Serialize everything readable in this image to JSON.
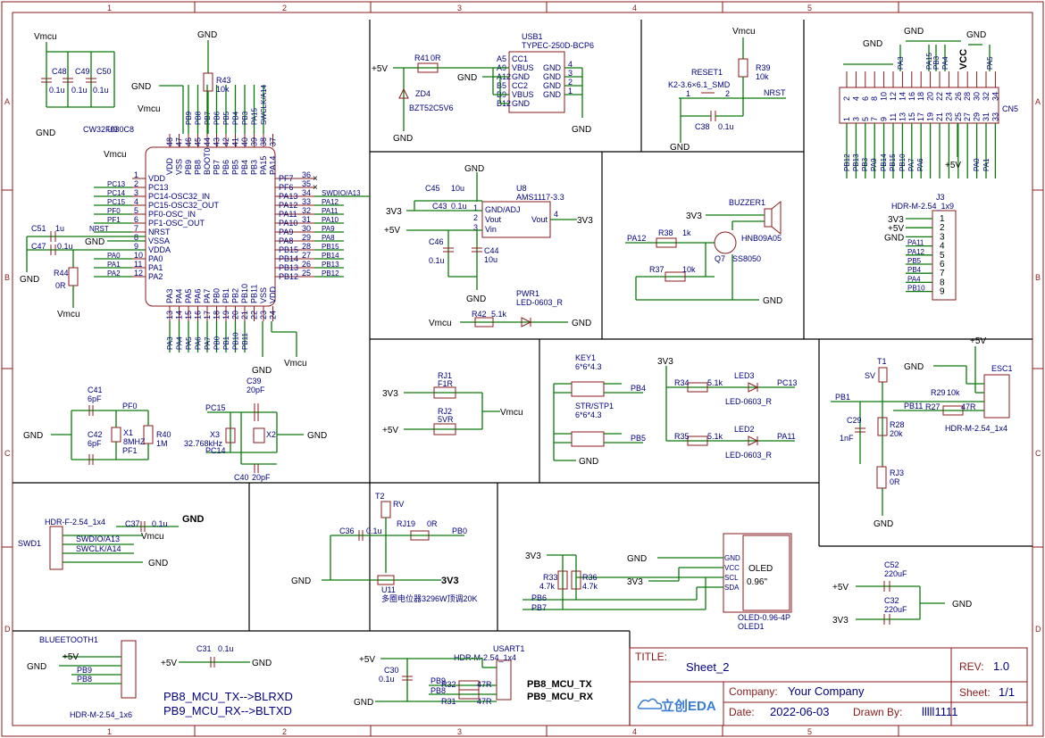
{
  "grid": {
    "columns": [
      "1",
      "2",
      "3",
      "4",
      "5"
    ],
    "rows": [
      "A",
      "B",
      "C",
      "D"
    ]
  },
  "mcu": {
    "ref": "U9",
    "part": "CW32F030C8",
    "left_pins": [
      {
        "num": "1",
        "name": "VDD",
        "net": ""
      },
      {
        "num": "2",
        "name": "PC13",
        "net": "PC13"
      },
      {
        "num": "3",
        "name": "PC14-OSC32_IN",
        "net": "PC14"
      },
      {
        "num": "4",
        "name": "PC15-OSC32_OUT",
        "net": "PC15"
      },
      {
        "num": "5",
        "name": "PF0-OSC_IN",
        "net": "PF0"
      },
      {
        "num": "6",
        "name": "PF1-OSC_OUT",
        "net": "PF1"
      },
      {
        "num": "7",
        "name": "NRST",
        "net": "NRST"
      },
      {
        "num": "8",
        "name": "VSSA",
        "net": ""
      },
      {
        "num": "9",
        "name": "VDDA",
        "net": ""
      },
      {
        "num": "10",
        "name": "PA0",
        "net": "PA0"
      },
      {
        "num": "11",
        "name": "PA1",
        "net": "PA1"
      },
      {
        "num": "12",
        "name": "PA2",
        "net": "PA2"
      }
    ],
    "right_pins": [
      {
        "num": "36",
        "name": "PF7",
        "net": ""
      },
      {
        "num": "35",
        "name": "PF6",
        "net": ""
      },
      {
        "num": "34",
        "name": "PA13",
        "net": "SWDIO/A13"
      },
      {
        "num": "33",
        "name": "PA12",
        "net": "PA12"
      },
      {
        "num": "32",
        "name": "PA11",
        "net": "PA11"
      },
      {
        "num": "31",
        "name": "PA10",
        "net": "PA10"
      },
      {
        "num": "30",
        "name": "PA9",
        "net": "PA9"
      },
      {
        "num": "29",
        "name": "PA8",
        "net": "PA8"
      },
      {
        "num": "28",
        "name": "PB15",
        "net": "PB15"
      },
      {
        "num": "27",
        "name": "PB14",
        "net": "PB14"
      },
      {
        "num": "26",
        "name": "PB13",
        "net": "PB13"
      },
      {
        "num": "25",
        "name": "PB12",
        "net": "PB12"
      }
    ],
    "top_pins": [
      {
        "num": "48",
        "name": "VDD"
      },
      {
        "num": "47",
        "name": "VSS"
      },
      {
        "num": "46",
        "name": "PB9"
      },
      {
        "num": "45",
        "name": "PB8"
      },
      {
        "num": "44",
        "name": "BOOT0"
      },
      {
        "num": "43",
        "name": "PB7"
      },
      {
        "num": "42",
        "name": "PB6"
      },
      {
        "num": "41",
        "name": "PB5"
      },
      {
        "num": "40",
        "name": "PB4"
      },
      {
        "num": "39",
        "name": "PB3"
      },
      {
        "num": "38",
        "name": "PA15"
      },
      {
        "num": "37",
        "name": "PA14"
      }
    ],
    "top_nets": [
      "PB9",
      "PB8",
      "PB7",
      "PB6",
      "PB5",
      "PB4",
      "PB3",
      "PA15",
      "SWCLK/A14"
    ],
    "bottom_pins": [
      {
        "num": "13",
        "name": "PA3"
      },
      {
        "num": "14",
        "name": "PA4"
      },
      {
        "num": "15",
        "name": "PA5"
      },
      {
        "num": "16",
        "name": "PA6"
      },
      {
        "num": "17",
        "name": "PA7"
      },
      {
        "num": "18",
        "name": "PB0"
      },
      {
        "num": "19",
        "name": "PB1"
      },
      {
        "num": "20",
        "name": "PB2"
      },
      {
        "num": "21",
        "name": "PB10"
      },
      {
        "num": "22",
        "name": "PB11"
      },
      {
        "num": "23",
        "name": "VSS"
      },
      {
        "num": "24",
        "name": "VDD"
      }
    ],
    "bottom_nets": [
      "PA3",
      "PA4",
      "PA5",
      "PA6",
      "PA7",
      "PB0",
      "PB1",
      "PB10",
      "PB11"
    ]
  },
  "power_labels": {
    "vmcu": "Vmcu",
    "gnd": "GND",
    "v33": "3V3",
    "v5": "+5V",
    "vcc": "VCC"
  },
  "decoupling": {
    "caps": [
      {
        "ref": "C48",
        "val": "0.1u"
      },
      {
        "ref": "C49",
        "val": "0.1u"
      },
      {
        "ref": "C50",
        "val": "0.1u"
      }
    ]
  },
  "r43": {
    "ref": "R43",
    "val": "10k"
  },
  "r44": {
    "ref": "R44",
    "val": "0R"
  },
  "c51": {
    "ref": "C51",
    "val": "1u"
  },
  "c47": {
    "ref": "C47",
    "val": "0.1u"
  },
  "usb": {
    "ref": "USB1",
    "part": "TYPEC-250D-BCP6",
    "pins": [
      "A5",
      "A9",
      "A12",
      "B5",
      "B9",
      "B12"
    ],
    "names": [
      "CC1",
      "VBUS",
      "GND",
      "CC2",
      "VBUS",
      "GND"
    ],
    "shell": [
      "GND",
      "GND",
      "GND",
      "GND"
    ],
    "shell_nums": [
      "4",
      "3",
      "2",
      "1"
    ],
    "r41": {
      "ref": "R41",
      "val": "0R"
    },
    "zd4": {
      "ref": "ZD4",
      "val": "BZT52C5V6"
    }
  },
  "reset": {
    "ref": "RESET1",
    "part": "K2-3.6×6.1_SMD",
    "r39": {
      "ref": "R39",
      "val": "10k"
    },
    "c38": {
      "ref": "C38",
      "val": "0.1u"
    },
    "net": "NRST",
    "p1": "1",
    "p2": "2"
  },
  "cn5": {
    "ref": "CN5",
    "top_nums": [
      "2",
      "4",
      "6",
      "8",
      "10",
      "12",
      "14",
      "16",
      "18",
      "20",
      "22",
      "24",
      "26",
      "28",
      "30",
      "32",
      "34"
    ],
    "bot_nums": [
      "1",
      "3",
      "5",
      "7",
      "9",
      "11",
      "13",
      "15",
      "17",
      "19",
      "21",
      "23",
      "25",
      "27",
      "29",
      "31",
      "33"
    ],
    "top_nets": [
      "PA3",
      "PA15",
      "PB3",
      "PA4",
      "PA5"
    ],
    "bot_nets": [
      "PB12",
      "PB13",
      "PB3",
      "PA9",
      "PB14",
      "PB15",
      "PB10",
      "PA7",
      "PA6",
      "PA0",
      "PA1"
    ]
  },
  "ldo": {
    "ref": "U8",
    "part": "AMS1117-3.3",
    "pins": [
      {
        "num": "1",
        "name": "GND/ADJ"
      },
      {
        "num": "2",
        "name": "Vout"
      },
      {
        "num": "3",
        "name": "Vin"
      },
      {
        "num": "4",
        "name": "Vout"
      }
    ],
    "c45": {
      "ref": "C45",
      "val": "10u"
    },
    "c43": {
      "ref": "C43",
      "val": "0.1u"
    },
    "c46": {
      "ref": "C46",
      "val": "0.1u"
    },
    "c44": {
      "ref": "C44",
      "val": "10u"
    }
  },
  "pwr_led": {
    "ref": "PWR1",
    "part": "LED-0603_R",
    "r": "R42",
    "rval": "5.1k"
  },
  "buzzer": {
    "ref": "BUZZER1",
    "part": "HNB09A05",
    "r38": {
      "ref": "R38",
      "val": "1k"
    },
    "r37": {
      "ref": "R37",
      "val": "10k"
    },
    "q7": {
      "ref": "Q7",
      "val": "SS8050"
    },
    "net": "PA12"
  },
  "j3": {
    "ref": "J3",
    "part": "HDR-M-2.54_1x9",
    "nums": [
      "1",
      "2",
      "3",
      "4",
      "5",
      "6",
      "7",
      "8",
      "9"
    ],
    "nets": [
      "3V3",
      "+5V",
      "GND",
      "PA11",
      "PA12",
      "PB5",
      "PB4",
      "PA4",
      "PB10"
    ]
  },
  "crystal": {
    "c41": {
      "ref": "C41",
      "val": "6pF"
    },
    "c42": {
      "ref": "C42",
      "val": "6pF"
    },
    "x1": {
      "ref": "X1",
      "val": "8MHZ"
    },
    "r40": {
      "ref": "R40",
      "val": "1M"
    },
    "c39": {
      "ref": "C39",
      "val": "20pF"
    },
    "c40": {
      "ref": "C40",
      "val": "20pF"
    },
    "x3": {
      "ref": "X3",
      "val": "32.768kHz"
    },
    "x2": {
      "ref": "X2",
      "val": ""
    },
    "nets": [
      "PF0",
      "PF1",
      "PC15",
      "PC14"
    ]
  },
  "jumpers": {
    "rj1": {
      "ref": "RJ1",
      "val": "F1R"
    },
    "rj2": {
      "ref": "RJ2",
      "val": "5VR"
    }
  },
  "keys": {
    "key1": {
      "ref": "KEY1",
      "val": "6*6*4.3",
      "net": "PB4"
    },
    "key2": {
      "ref": "STR/STP1",
      "val": "6*6*4.3",
      "net": "PB5"
    }
  },
  "leds": {
    "led3": {
      "ref": "LED3",
      "part": "LED-0603_R",
      "r": "R34",
      "rval": "5.1k",
      "net": "PC13"
    },
    "led2": {
      "ref": "LED2",
      "part": "LED-0603_R",
      "r": "R35",
      "rval": "5.1k",
      "net": "PA11"
    }
  },
  "esc": {
    "ref": "ESC1",
    "part": "HDR-M-2.54_1x4",
    "t1": {
      "ref": "T1",
      "val": "SV"
    },
    "c29": {
      "ref": "C29",
      "val": "1nF"
    },
    "r28": {
      "ref": "R28",
      "val": "20k"
    },
    "r29": {
      "ref": "R29",
      "val": "10k"
    },
    "r27": {
      "ref": "R27",
      "val": "47R"
    },
    "rj3": {
      "ref": "RJ3",
      "val": "0R"
    },
    "nets": [
      "PB1",
      "PB11"
    ]
  },
  "swd": {
    "ref": "SWD1",
    "part": "HDR-F-2.54_1x4",
    "nets": [
      "SWDIO/A13",
      "SWCLK/A14"
    ],
    "c37": {
      "ref": "C37",
      "val": "0.1u"
    }
  },
  "pot": {
    "t2": {
      "ref": "T2",
      "val": "RV"
    },
    "rj19": {
      "ref": "RJ19",
      "val": "0R"
    },
    "c36": {
      "ref": "C36",
      "val": "0.1u"
    },
    "u11": {
      "ref": "U11",
      "val": "多圈电位器3296W顶调20K"
    },
    "net": "PB0"
  },
  "oled": {
    "ref": "OLED1",
    "part": "OLED-0.96-4P",
    "label": "OLED",
    "size": "0.96\"",
    "pins": [
      "GND",
      "VCC",
      "SCL",
      "SDA"
    ],
    "r33": {
      "ref": "R33",
      "val": "4.7k"
    },
    "r36": {
      "ref": "R36",
      "val": "4.7k"
    },
    "nets": [
      "PB6",
      "PB7"
    ]
  },
  "bulk": {
    "c52": {
      "ref": "C52",
      "val": "220uF"
    },
    "c32": {
      "ref": "C32",
      "val": "220uF"
    }
  },
  "bt": {
    "ref": "BLUEETOOTH1",
    "part": "HDR-M-2.54_1x6",
    "nets": [
      "+5V",
      "GND",
      "PB9",
      "PB8"
    ],
    "c31": {
      "ref": "C31",
      "val": "0.1u"
    },
    "note1": "PB8_MCU_TX-->BLRXD",
    "note2": "PB9_MCU_RX-->BLTXD"
  },
  "usart": {
    "ref": "USART1",
    "part": "HDR-M-2.54_1x4",
    "c30": {
      "ref": "C30",
      "val": "0.1u"
    },
    "r32": {
      "ref": "R32",
      "val": "47R"
    },
    "r31": {
      "ref": "R31",
      "val": "47R"
    },
    "nets": [
      "PB9",
      "PB8"
    ],
    "note1": "PB8_MCU_TX",
    "note2": "PB9_MCU_RX"
  },
  "titleblock": {
    "title_label": "TITLE:",
    "title": "Sheet_2",
    "rev_label": "REV:",
    "rev": "1.0",
    "company_label": "Company:",
    "company": "Your Company",
    "sheet_label": "Sheet:",
    "sheet": "1/1",
    "date_label": "Date:",
    "date": "2022-06-03",
    "drawn_label": "Drawn By:",
    "drawn": "lllll1111",
    "logo": "立创EDA"
  },
  "colors": {
    "wire": "#0a7a0a",
    "border": "#8a1a1a",
    "text": "#000080"
  }
}
